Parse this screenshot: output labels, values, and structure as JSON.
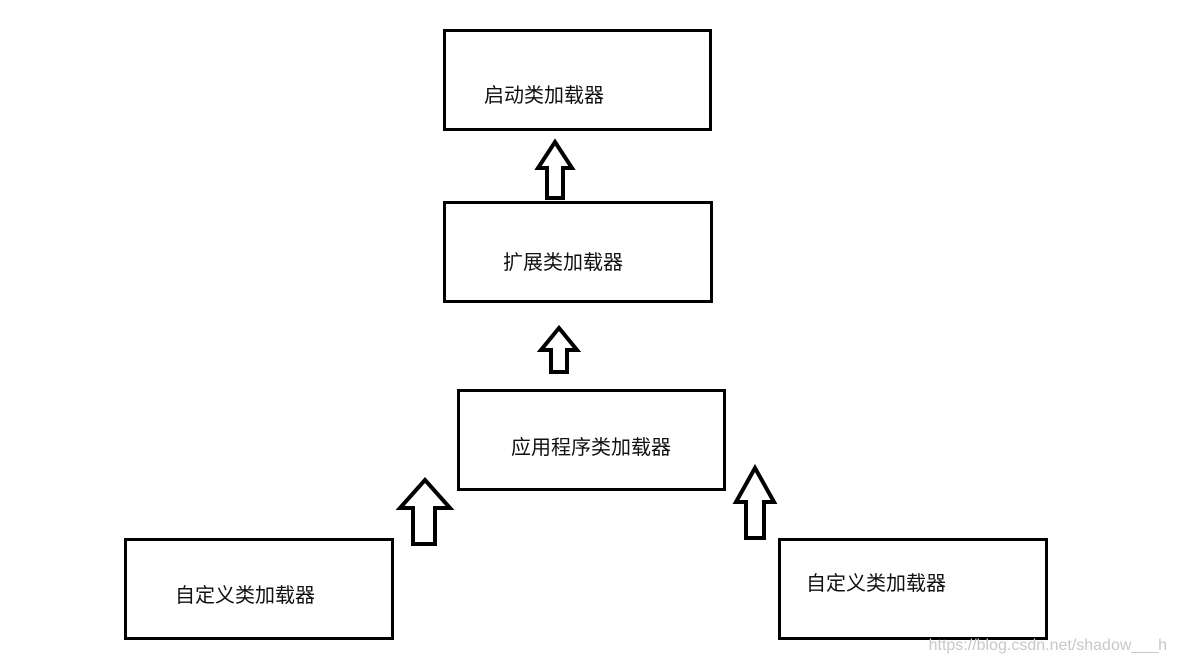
{
  "diagram": {
    "nodes": {
      "bootstrap": {
        "label": "启动类加载器"
      },
      "extension": {
        "label": "扩展类加载器"
      },
      "application": {
        "label": "应用程序类加载器"
      },
      "custom_left": {
        "label": "自定义类加载器"
      },
      "custom_right": {
        "label": "自定义类加载器"
      }
    },
    "edges": [
      {
        "from": "extension",
        "to": "bootstrap"
      },
      {
        "from": "application",
        "to": "extension"
      },
      {
        "from": "custom_left",
        "to": "application"
      },
      {
        "from": "custom_right",
        "to": "application"
      }
    ]
  },
  "watermark": "https://blog.csdn.net/shadow___h"
}
